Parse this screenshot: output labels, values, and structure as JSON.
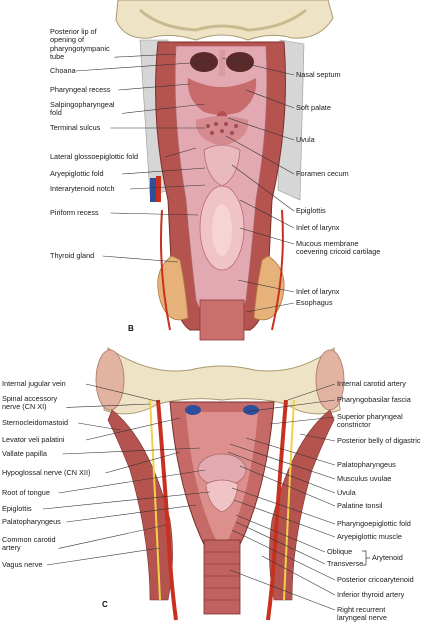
{
  "panel_b": {
    "letter": "B",
    "labels_left": [
      "Posterior lip of\nopening of\npharyngotympanic\ntube",
      "Choana",
      "Pharyngeal recess",
      "Salpingopharyngeal\nfold",
      "Terminal sulcus",
      "Lateral glossoepiglottic fold",
      "Aryepiglottic fold",
      "Interarytenoid notch",
      "Piriform recess",
      "Thyroid gland"
    ],
    "labels_right": [
      "Nasal septum",
      "Soft palate",
      "Uvula",
      "Foramen cecum",
      "Epiglottis",
      "Inlet of larynx",
      "Mucous membrane\ncoevering cricoid cartilage",
      "Inlet of larynx",
      "Esophagus"
    ]
  },
  "panel_c": {
    "letter": "C",
    "labels_left": [
      "Internal jugular vein",
      "Spinal accessory\nnerve (CN XI)",
      "Sternocleidomastoid",
      "Levator veli palatini",
      "Vallate papilla",
      "Hypoglossal nerve (CN XII)",
      "Root of tongue",
      "Epiglottis",
      "Palatopharyngeus",
      "Common carotid\nartery",
      "Vagus nerve"
    ],
    "labels_right": [
      "Internal carotid artery",
      "Pharyngobasilar fascia",
      "Superior pharyngeal\nconstrictor",
      "Posterior belly of digastric",
      "Palatopharyngeus",
      "Musculus uvulae",
      "Uvula",
      "Palatine tonsil",
      "Pharyngoepiglottic fold",
      "Aryepiglottic muscle",
      "Oblique",
      "Transverse",
      "Posterior cricoarytenoid",
      "Inferior thyroid artery",
      "Right recurrent\nlaryngeal nerve"
    ],
    "bracket_label": "Arytenoid"
  },
  "colors": {
    "flesh": "#d9a79a",
    "muscle": "#b5544f",
    "dark_muscle": "#8e3a38",
    "mucosa": "#e3a9b3",
    "bone": "#eee3c4",
    "bone_shadow": "#c9b98f",
    "fascia": "#cfcfcf",
    "thyroid": "#e6b27a",
    "artery": "#c8301f",
    "vein": "#2d4f9e",
    "nerve": "#f0d24a",
    "line": "#333333"
  }
}
